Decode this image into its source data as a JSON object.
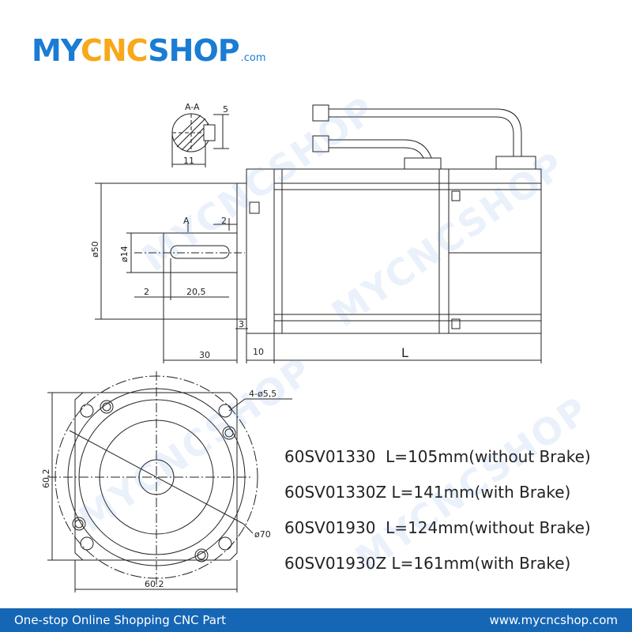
{
  "logo": {
    "part1": "MY",
    "part2": "CNC",
    "part3": "SHOP",
    "suffix": ".com"
  },
  "drawing": {
    "section_label": "A-A",
    "section_arrow_label": "A",
    "dims": {
      "key_width": "5",
      "key_depth": "11",
      "flange_dia": "ø50",
      "shaft_dia": "ø14",
      "key_offset": "2",
      "key_length": "20,5",
      "key_step": "2",
      "flange_step": "3",
      "shaft_length": "30",
      "flange_thickness": "10",
      "body_length": "L",
      "holes": "4-ø5,5",
      "pcd": "ø70",
      "square_height": "60,2",
      "square_width": "60.2"
    }
  },
  "specs": [
    "60SV01330  L=105mm(without Brake)",
    "60SV01330Z L=141mm(with Brake)",
    "60SV01930  L=124mm(without Brake)",
    "60SV01930Z L=161mm(with Brake)"
  ],
  "watermark": "MYCNCSHOP",
  "footer": {
    "left": "One-stop Online Shopping CNC Part",
    "right": "www.mycncshop.com"
  },
  "colors": {
    "brand_blue": "#1a7cd3",
    "brand_orange": "#f7a81b",
    "footer_bg": "#1566b5"
  }
}
